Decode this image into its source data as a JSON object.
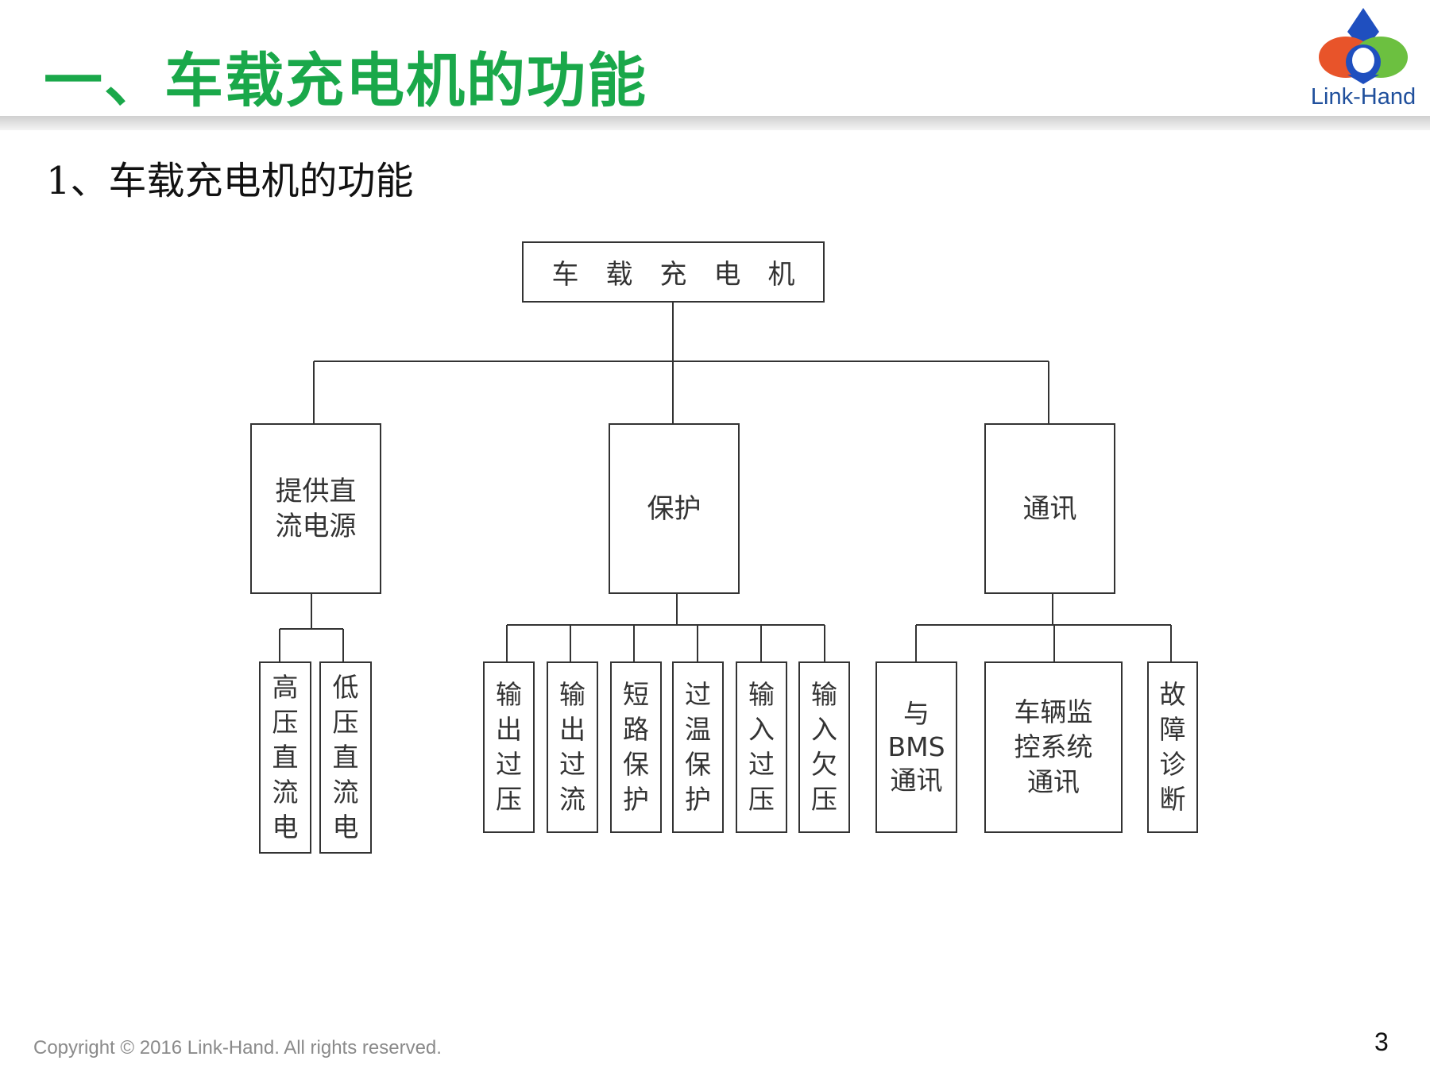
{
  "header": {
    "title": "一、车载充电机的功能",
    "logo_text": "Link-Hand",
    "logo_colors": {
      "top": "#1f4fbf",
      "left": "#e8542a",
      "right": "#6cc040",
      "bottom": "#1f4fbf",
      "center": "#ffffff"
    }
  },
  "section": {
    "subtitle": "1、车载充电机的功能"
  },
  "tree": {
    "root": "车载充电机",
    "branches": [
      {
        "label": "提供直流电源",
        "children": [
          "高压直流电",
          "低压直流电"
        ]
      },
      {
        "label": "保护",
        "children": [
          "输出过压",
          "输出过流",
          "短路保护",
          "过温保护",
          "输入过压",
          "输入欠压"
        ]
      },
      {
        "label": "通讯",
        "children": [
          "与BMS通讯",
          "车辆监控系统通讯",
          "故障诊断"
        ]
      }
    ]
  },
  "footer": {
    "copyright": "Copyright © 2016 Link-Hand. All rights reserved.",
    "page_number": "3"
  }
}
